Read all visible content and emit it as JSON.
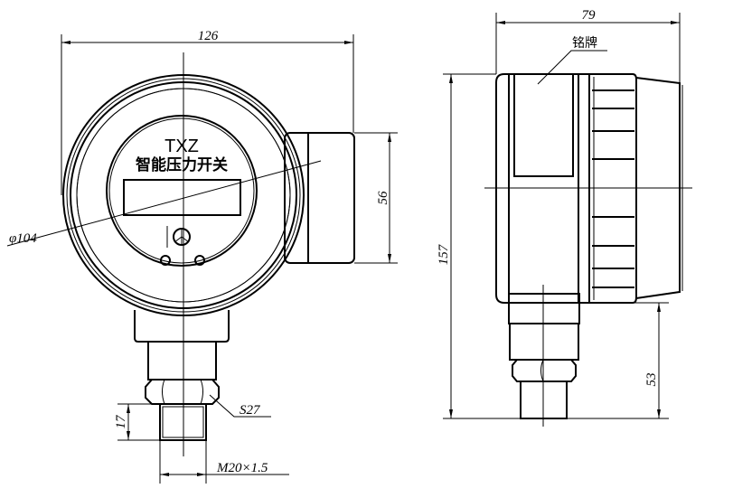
{
  "front_view": {
    "brand": "TXZ",
    "title": "智能压力开关",
    "dim_width": "126",
    "dim_diameter": "φ104",
    "dim_box_height": "56",
    "dim_thread_length": "17",
    "dim_hex": "S27",
    "dim_thread": "M20×1.5"
  },
  "side_view": {
    "dim_depth": "79",
    "nameplate_label": "铭牌",
    "dim_height": "157",
    "dim_lower": "53"
  }
}
